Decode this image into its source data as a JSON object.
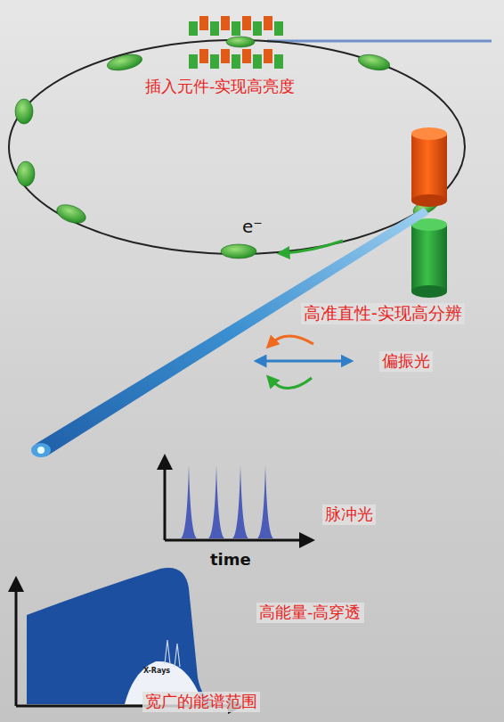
{
  "diagram": {
    "labels": [
      "插入元件-实现高亮度",
      "e⁻",
      "高准直性-实现高分辨",
      "偏振光",
      "脉冲光",
      "time",
      "高能量-高穿透",
      "X-Rays",
      "宽广的能谱范围"
    ]
  }
}
